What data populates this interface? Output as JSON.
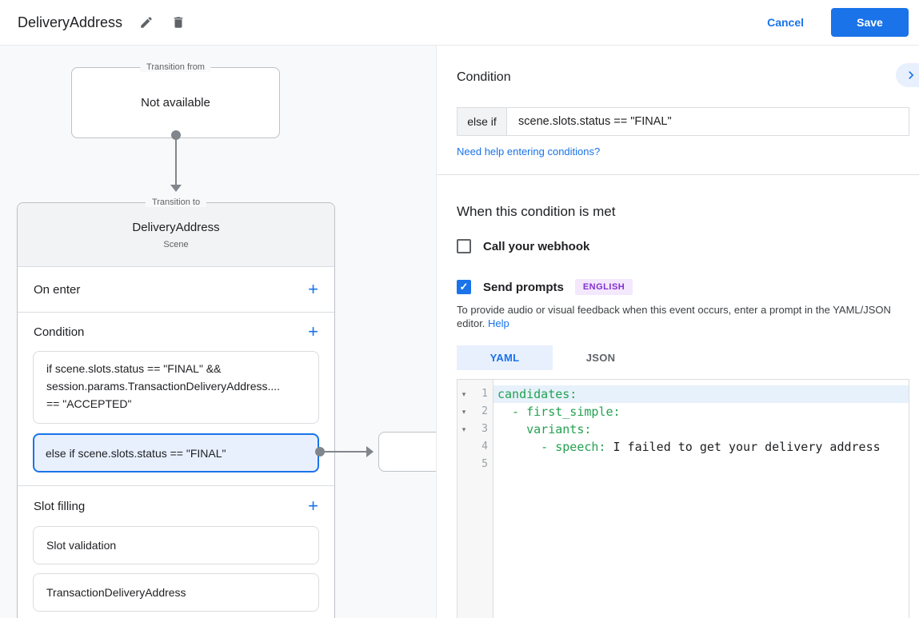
{
  "colors": {
    "accent_blue": "#1a73e8",
    "selected_condition_bg": "#e8f0fe",
    "badge_purple_text": "#8430ce",
    "badge_purple_bg": "#f3e8fd",
    "code_key_green": "#23a150",
    "connector_gray": "#80868b"
  },
  "header": {
    "title": "DeliveryAddress",
    "edit_icon": "pencil-icon",
    "delete_icon": "trash-icon",
    "cancel_label": "Cancel",
    "save_label": "Save"
  },
  "diagram": {
    "transition_from": {
      "legend": "Transition from",
      "content": "Not available"
    },
    "scene": {
      "legend": "Transition to",
      "name": "DeliveryAddress",
      "type": "Scene",
      "on_enter": {
        "title": "On enter",
        "add_label": "+"
      },
      "condition": {
        "title": "Condition",
        "add_label": "+",
        "items": [
          {
            "text": "if scene.slots.status == \"FINAL\" &&\nsession.params.TransactionDeliveryAddress....\n== \"ACCEPTED\"",
            "selected": false
          },
          {
            "text": "else if scene.slots.status == \"FINAL\"",
            "selected": true
          }
        ]
      },
      "slot_filling": {
        "title": "Slot filling",
        "add_label": "+",
        "items": [
          "Slot validation",
          "TransactionDeliveryAddress"
        ]
      }
    }
  },
  "panel": {
    "title": "Condition",
    "collapse_icon": "chevron-right-icon",
    "condition_row": {
      "prefix": "else if",
      "value": "scene.slots.status == \"FINAL\""
    },
    "help_link": "Need help entering conditions?",
    "when_met": {
      "title": "When this condition is met",
      "webhook": {
        "label": "Call your webhook",
        "checked": false
      },
      "prompts": {
        "label": "Send prompts",
        "badge": "ENGLISH",
        "checked": true,
        "checkmark": "✓"
      },
      "description": "To provide audio or visual feedback when this event occurs, enter a prompt in the YAML/JSON editor.",
      "help_label": "Help"
    },
    "tabs": [
      {
        "label": "YAML",
        "active": true
      },
      {
        "label": "JSON",
        "active": false
      }
    ],
    "editor": {
      "language": "yaml",
      "lines": [
        {
          "number": "1",
          "key": "candidates:",
          "text": ""
        },
        {
          "number": "2",
          "key": "  - first_simple:",
          "text": ""
        },
        {
          "number": "3",
          "key": "    variants:",
          "text": ""
        },
        {
          "number": "4",
          "key": "      - speech:",
          "text": " I failed to get your delivery address"
        },
        {
          "number": "5",
          "key": "",
          "text": ""
        }
      ]
    }
  }
}
